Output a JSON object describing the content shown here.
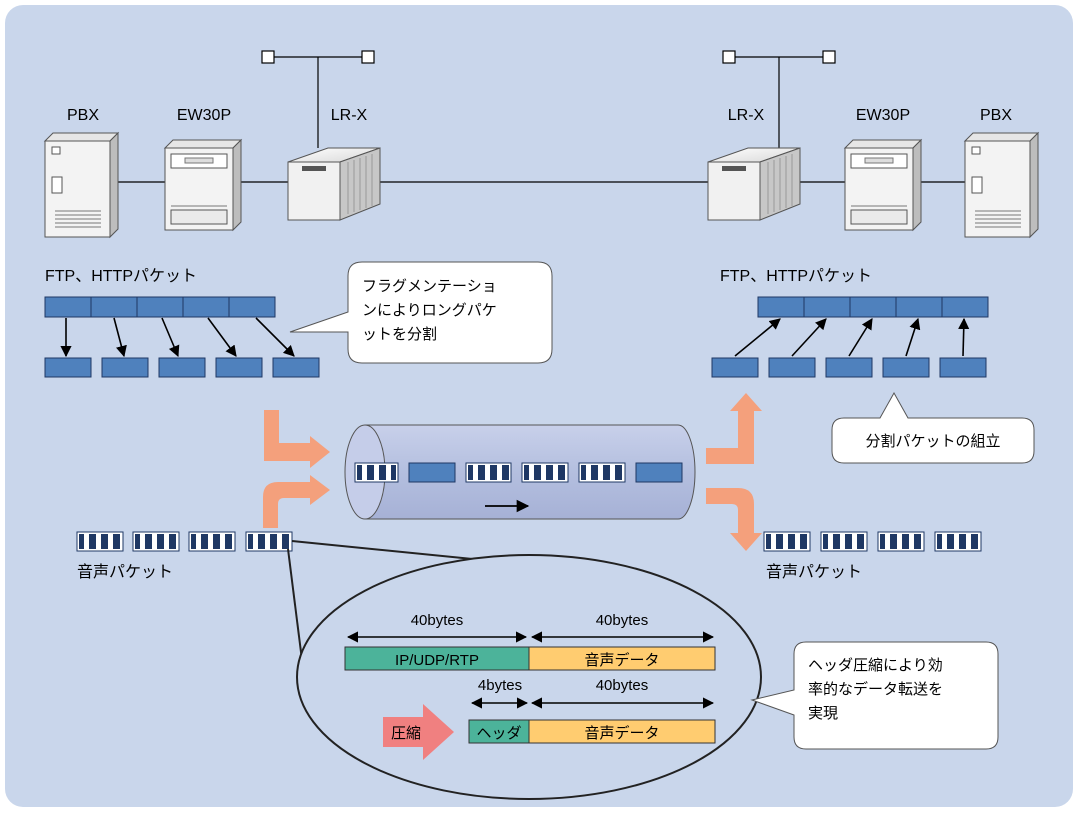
{
  "colors": {
    "background": "#c9d6eb",
    "packet_blue": "#4f81bd",
    "tube_fill": "#b7c2e0",
    "flow_arrow": "#f4a07c",
    "compress_arrow": "#f08080",
    "header_green": "#4cb39a",
    "data_orange": "#ffcc70"
  },
  "devices": {
    "left": {
      "pbx": "PBX",
      "ew30p": "EW30P",
      "lrx": "LR-X"
    },
    "right": {
      "lrx": "LR-X",
      "ew30p": "EW30P",
      "pbx": "PBX"
    }
  },
  "labels": {
    "ftp_left": "FTP、HTTPパケット",
    "ftp_right": "FTP、HTTPパケット",
    "voice_left": "音声パケット",
    "voice_right": "音声パケット"
  },
  "callouts": {
    "fragmentation": [
      "フラグメンテーショ",
      "ンによりロングパケ",
      "ットを分割"
    ],
    "reassembly": "分割パケットの組立",
    "header_compression": [
      "ヘッダ圧縮により効",
      "率的なデータ転送を",
      "実現"
    ]
  },
  "compression": {
    "before_header_size": "40bytes",
    "before_data_size": "40bytes",
    "before_header": "IP/UDP/RTP",
    "before_data": "音声データ",
    "after_header_size": "4bytes",
    "after_data_size": "40bytes",
    "after_header": "ヘッダ",
    "after_data": "音声データ",
    "compress_label": "圧縮"
  }
}
